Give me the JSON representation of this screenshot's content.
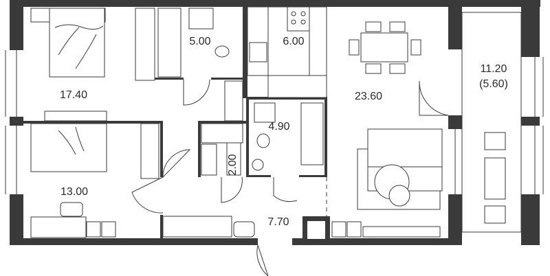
{
  "floor_plan": {
    "rooms": [
      {
        "id": "bedroom-large",
        "area": "17.40"
      },
      {
        "id": "bathroom-1",
        "area": "5.00"
      },
      {
        "id": "kitchen",
        "area": "6.00"
      },
      {
        "id": "living-room",
        "area": "23.60"
      },
      {
        "id": "balcony",
        "area": "11.20",
        "reduced_area": "(5.60)"
      },
      {
        "id": "bathroom-2",
        "area": "4.90"
      },
      {
        "id": "closet",
        "area": "2.00"
      },
      {
        "id": "bedroom-small",
        "area": "13.00"
      },
      {
        "id": "hallway",
        "area": "7.70"
      }
    ],
    "colors": {
      "wall": "#3a3a3a",
      "background": "#ffffff"
    }
  }
}
